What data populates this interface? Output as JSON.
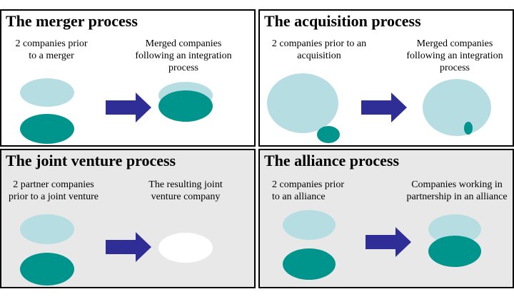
{
  "colors": {
    "light_ellipse": "#b6dde2",
    "teal_ellipse": "#00958c",
    "arrow": "#2e2e96",
    "panel_gray": "#e8e8e8"
  },
  "panels": {
    "merger": {
      "title": "The merger process",
      "left_caption": "2 companies prior\nto a merger",
      "right_caption": "Merged companies\nfollowing an integration\nprocess"
    },
    "acquisition": {
      "title": "The acquisition process",
      "left_caption": "2 companies prior to an\nacquisition",
      "right_caption": "Merged companies\nfollowing an integration\nprocess"
    },
    "joint_venture": {
      "title": "The joint venture process",
      "left_caption": "2 partner companies\nprior to a joint venture",
      "right_caption": "The resulting joint\nventure company"
    },
    "alliance": {
      "title": "The alliance process",
      "left_caption": "2 companies prior\nto an alliance",
      "right_caption": "Companies working in\npartnership in an alliance"
    }
  }
}
